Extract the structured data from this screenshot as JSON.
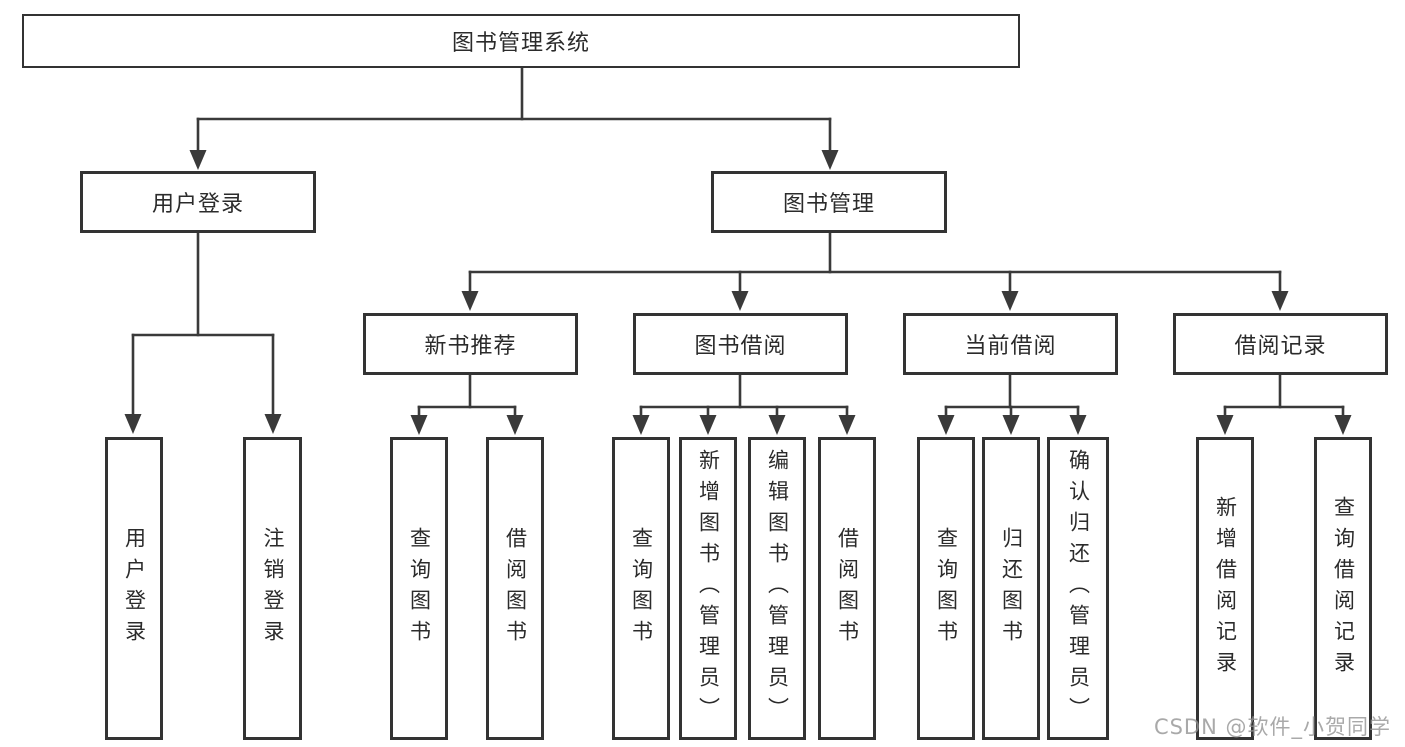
{
  "tree": {
    "root": {
      "label": "图书管理系统",
      "children": [
        {
          "label": "用户登录",
          "children": [
            {
              "label": "用户登录"
            },
            {
              "label": "注销登录"
            }
          ]
        },
        {
          "label": "图书管理",
          "children": [
            {
              "label": "新书推荐",
              "children": [
                {
                  "label": "查询图书"
                },
                {
                  "label": "借阅图书"
                }
              ]
            },
            {
              "label": "图书借阅",
              "children": [
                {
                  "label": "查询图书"
                },
                {
                  "label": "新增图书（管理员）"
                },
                {
                  "label": "编辑图书（管理员）"
                },
                {
                  "label": "借阅图书"
                }
              ]
            },
            {
              "label": "当前借阅",
              "children": [
                {
                  "label": "查询图书"
                },
                {
                  "label": "归还图书"
                },
                {
                  "label": "确认归还（管理员）"
                }
              ]
            },
            {
              "label": "借阅记录",
              "children": [
                {
                  "label": "新增借阅记录"
                },
                {
                  "label": "查询借阅记录"
                }
              ]
            }
          ]
        }
      ]
    }
  },
  "watermark": "CSDN @软件_小贺同学",
  "colors": {
    "line": "#3a3a3a",
    "border": "#333333",
    "text": "#2b2b2b",
    "watermark": "#949494",
    "background": "#ffffff"
  }
}
